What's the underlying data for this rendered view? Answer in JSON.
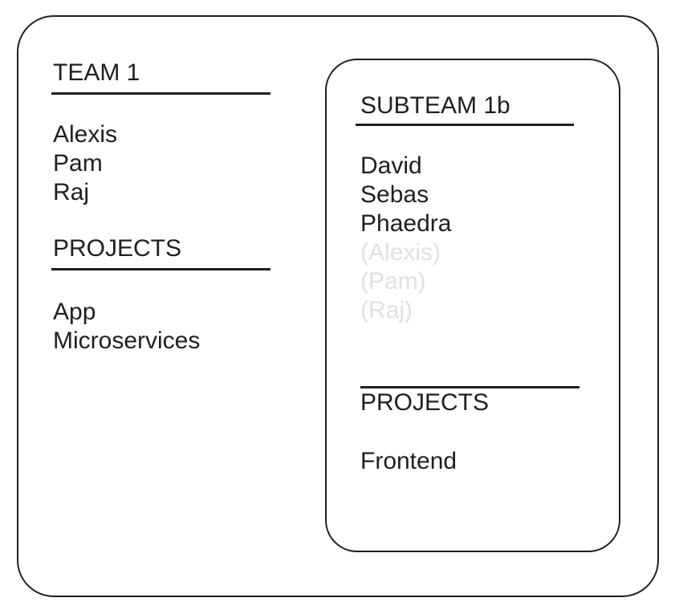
{
  "colors": {
    "ink": "#1f1f1f",
    "inherited_text": "#e1e1e1",
    "background": "#ffffff"
  },
  "team_box": {
    "heading": "TEAM 1",
    "members": [
      "Alexis",
      "Pam",
      "Raj"
    ],
    "projects_heading": "PROJECTS",
    "projects": [
      "App",
      "Microservices"
    ]
  },
  "subteam_box": {
    "heading": "SUBTEAM 1b",
    "members": [
      "David",
      "Sebas",
      "Phaedra"
    ],
    "inherited_members": [
      "(Alexis)",
      "(Pam)",
      "(Raj)"
    ],
    "projects_heading": "PROJECTS",
    "projects": [
      "Frontend"
    ]
  }
}
